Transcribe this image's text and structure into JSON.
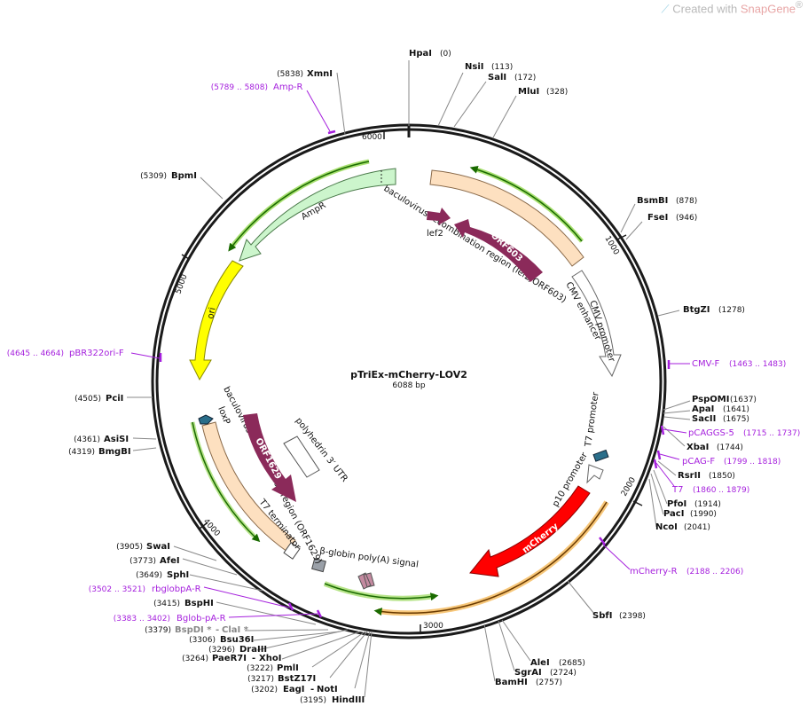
{
  "watermark": {
    "prefix": "Created with ",
    "brand": "SnapGene",
    "reg": "®"
  },
  "plasmid": {
    "name": "pTriEx-mCherry-LOV2",
    "size_label": "6088 bp",
    "length": 6088
  },
  "ticks": [
    "1000",
    "2000",
    "3000",
    "4000",
    "5000",
    "6000"
  ],
  "sites": [
    {
      "name": "HpaI",
      "pos": "(0)"
    },
    {
      "name": "NsiI",
      "pos": "(113)"
    },
    {
      "name": "SalI",
      "pos": "(172)"
    },
    {
      "name": "MluI",
      "pos": "(328)"
    },
    {
      "name": "BsmBI",
      "pos": "(878)"
    },
    {
      "name": "FseI",
      "pos": "(946)"
    },
    {
      "name": "BtgZI",
      "pos": "(1278)"
    },
    {
      "name": "PspOMI",
      "pos": "(1637)"
    },
    {
      "name": "ApaI",
      "pos": "(1641)"
    },
    {
      "name": "SacII",
      "pos": "(1675)"
    },
    {
      "name": "XbaI",
      "pos": "(1744)"
    },
    {
      "name": "RsrII",
      "pos": "(1850)"
    },
    {
      "name": "PfoI",
      "pos": "(1914)"
    },
    {
      "name": "PacI",
      "pos": "(1990)"
    },
    {
      "name": "NcoI",
      "pos": "(2041)"
    },
    {
      "name": "SbfI",
      "pos": "(2398)"
    },
    {
      "name": "AleI",
      "pos": "(2685)"
    },
    {
      "name": "SgrAI",
      "pos": "(2724)"
    },
    {
      "name": "BamHI",
      "pos": "(2757)"
    },
    {
      "name": "HindIII",
      "pos": "(3195)"
    },
    {
      "name": "EagI",
      "name2": "NotI",
      "pos": "(3202)"
    },
    {
      "name": "BstZ17I",
      "pos": "(3217)"
    },
    {
      "name": "PmlI",
      "pos": "(3222)"
    },
    {
      "name": "PaeR7I",
      "name2": "XhoI",
      "pos": "(3264)"
    },
    {
      "name": "DraIII",
      "pos": "(3296)"
    },
    {
      "name": "Bsu36I",
      "pos": "(3306)"
    },
    {
      "name": "BspDI *",
      "name2": "ClaI *",
      "pos": "(3379)"
    },
    {
      "name": "BspHI",
      "pos": "(3415)"
    },
    {
      "name": "SphI",
      "pos": "(3649)"
    },
    {
      "name": "AfeI",
      "pos": "(3773)"
    },
    {
      "name": "SwaI",
      "pos": "(3905)"
    },
    {
      "name": "BmgBI",
      "pos": "(4319)"
    },
    {
      "name": "AsiSI",
      "pos": "(4361)"
    },
    {
      "name": "PciI",
      "pos": "(4505)"
    },
    {
      "name": "BpmI",
      "pos": "(5309)"
    },
    {
      "name": "XmnI",
      "pos": "(5838)"
    }
  ],
  "primers": [
    {
      "name": "Amp-R",
      "range": "(5789 .. 5808)"
    },
    {
      "name": "CMV-F",
      "range": "(1463 .. 1483)"
    },
    {
      "name": "pCAGGS-5",
      "range": "(1715 .. 1737)"
    },
    {
      "name": "pCAG-F",
      "range": "(1799 .. 1818)"
    },
    {
      "name": "T7",
      "range": "(1860 .. 1879)"
    },
    {
      "name": "mCherry-R",
      "range": "(2188 .. 2206)"
    },
    {
      "name": "rbglobpA-R",
      "range": "(3502 .. 3521)"
    },
    {
      "name": "Bglob-pA-R",
      "range": "(3383 .. 3402)"
    },
    {
      "name": "pBR322ori-F",
      "range": "(4645 .. 4664)"
    }
  ],
  "features": {
    "bac_region_top": "baculovirus recombination region (lef2/ORF603)",
    "lef2": "lef2",
    "orf603": "ORF603",
    "cmv_enhancer": "CMV enhancer",
    "cmv_promoter": "CMV promoter",
    "t7_promoter_right": "T7 promoter",
    "p10_promoter": "p10 promoter",
    "mcherry": "mCherry",
    "globin": "β-globin poly(A) signal",
    "t7_terminator": "T7 terminator",
    "bac_region_left": "baculovirus recombination region (ORF1629)",
    "loxp": "loxP",
    "orf1629": "ORF1629",
    "polyhedrin": "polyhedrin 3′ UTR",
    "ori": "ori",
    "ampr": "AmpR"
  },
  "colors": {
    "backbone": "#1a1a1a",
    "primer": "#a51fdd",
    "mcherry": "#ff0000",
    "ori": "#ffff00",
    "orf": "#8b2a5a",
    "ampr": "#ccf5cc",
    "bac_region": "#fde0c0",
    "highlight_green": "#7cc82a",
    "highlight_orange": "#f2a93b"
  }
}
